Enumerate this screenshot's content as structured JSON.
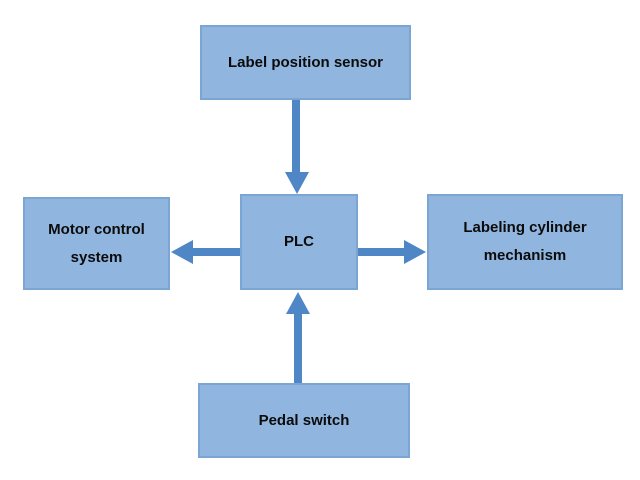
{
  "colors": {
    "node_fill": "#90b6e0",
    "node_border": "#7ba6d4",
    "arrow": "#4e86c6",
    "text": "#0b0b0b",
    "background": "#ffffff"
  },
  "nodes": {
    "sensor": {
      "label": "Label position sensor"
    },
    "motor": {
      "label": "Motor control system"
    },
    "plc": {
      "label": "PLC"
    },
    "cylinder": {
      "label": "Labeling cylinder mechanism"
    },
    "pedal": {
      "label": "Pedal switch"
    }
  },
  "edges": [
    {
      "from": "sensor",
      "to": "plc",
      "direction": "down"
    },
    {
      "from": "plc",
      "to": "motor",
      "direction": "left"
    },
    {
      "from": "plc",
      "to": "cylinder",
      "direction": "right"
    },
    {
      "from": "pedal",
      "to": "plc",
      "direction": "up"
    }
  ]
}
